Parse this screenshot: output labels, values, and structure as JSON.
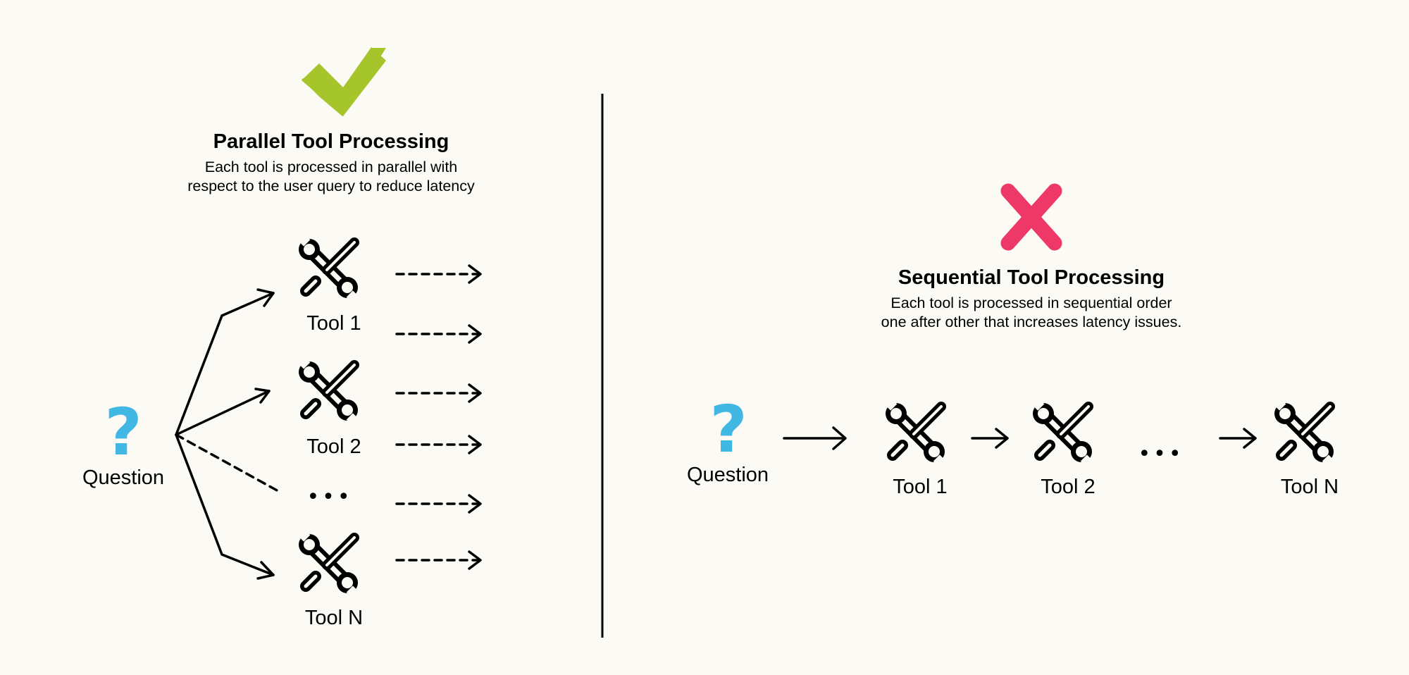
{
  "colors": {
    "background": "#fbfaf5",
    "check": "#a6c52a",
    "cross": "#ee3868",
    "question": "#41b7e4",
    "ink": "#000000"
  },
  "icons": {
    "good": "check-icon",
    "bad": "cross-icon",
    "tool": "wrench-screwdriver-icon",
    "question": "question-mark-icon"
  },
  "parallel": {
    "title": "Parallel Tool Processing",
    "description": [
      "Each tool is processed in parallel with",
      "respect to the user query to reduce latency"
    ],
    "question_symbol": "?",
    "question_label": "Question",
    "tools": [
      "Tool 1",
      "Tool 2",
      "Tool N"
    ],
    "ellipsis": "•••"
  },
  "sequential": {
    "title": "Sequential Tool Processing",
    "description": [
      "Each tool is processed in sequential order",
      "one after other that increases latency issues."
    ],
    "question_symbol": "?",
    "question_label": "Question",
    "tools": [
      "Tool 1",
      "Tool 2",
      "Tool N"
    ],
    "ellipsis": "•••"
  }
}
